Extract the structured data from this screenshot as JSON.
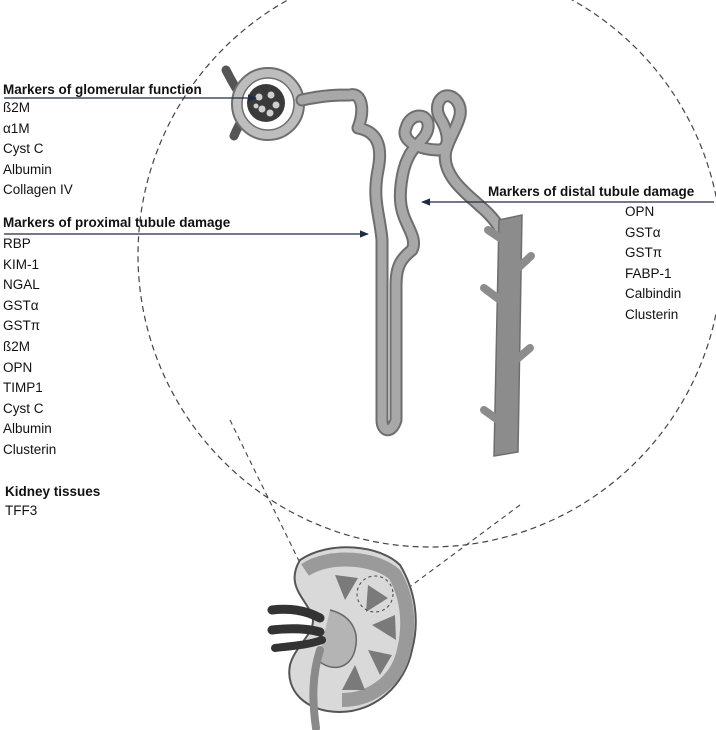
{
  "glomerular": {
    "title": "Markers of glomerular function",
    "items": [
      "ß2M",
      "α1M",
      "Cyst C",
      "Albumin",
      "Collagen IV"
    ]
  },
  "proximal": {
    "title": "Markers of proximal tubule damage",
    "items": [
      "RBP",
      "KIM-1",
      "NGAL",
      "GSTα",
      "GSTπ",
      "ß2M",
      "OPN",
      "TIMP1",
      "Cyst C",
      "Albumin",
      "Clusterin"
    ]
  },
  "distal": {
    "title": "Markers of distal tubule damage",
    "items": [
      "OPN",
      "GSTα",
      "GSTπ",
      "FABP-1",
      "Calbindin",
      "Clusterin"
    ]
  },
  "kidney_tissues": {
    "title": "Kidney tissues",
    "items": [
      "TFF3"
    ]
  },
  "colors": {
    "tubule_fill": "#a8a8a8",
    "tubule_stroke": "#6e6e6e",
    "arrow": "#1f2a44",
    "dashed_circle": "#444444"
  }
}
